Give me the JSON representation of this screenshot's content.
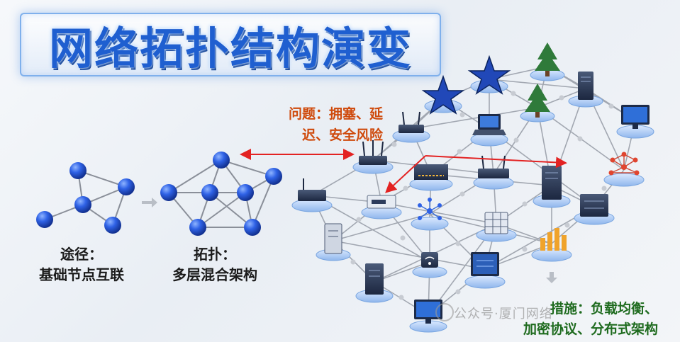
{
  "title": "网络拓扑结构演变",
  "stage1": {
    "line1": "途径：",
    "line2": "基础节点互联"
  },
  "stage2": {
    "line1": "拓扑：",
    "line2": "多层混合架构"
  },
  "problem": {
    "line1": "问题：拥塞、延",
    "line2": "迟、安全风险"
  },
  "measures": {
    "line1": "措施：负载均衡、",
    "line2": "加密协议、分布式架构"
  },
  "watermark": "公众号·厦门网络",
  "colors": {
    "title": "#1f5fd0",
    "problem": "#cf4a0c",
    "measures": "#1f6b1f",
    "node": "#1f4fd6",
    "arrow": "#e32222"
  }
}
